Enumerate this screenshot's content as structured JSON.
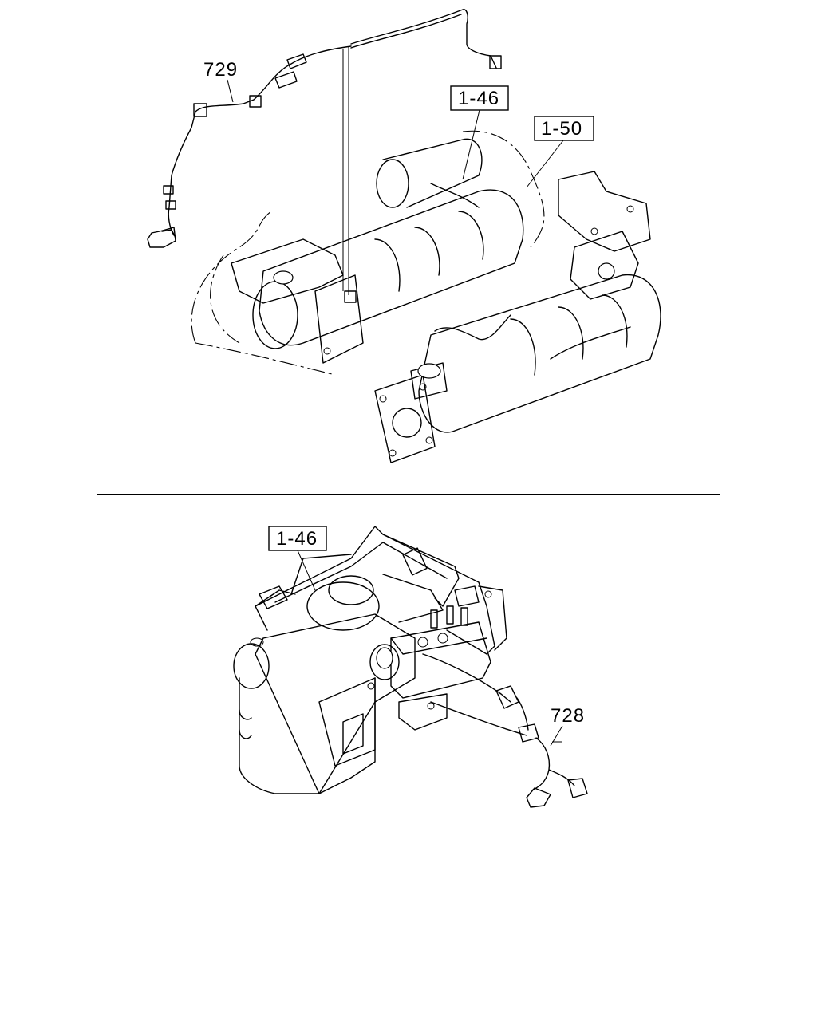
{
  "labels": {
    "part_729": "729",
    "ref_1_46_top": "1-46",
    "ref_1_50": "1-50",
    "ref_1_46_bottom": "1-46",
    "part_728": "728"
  }
}
